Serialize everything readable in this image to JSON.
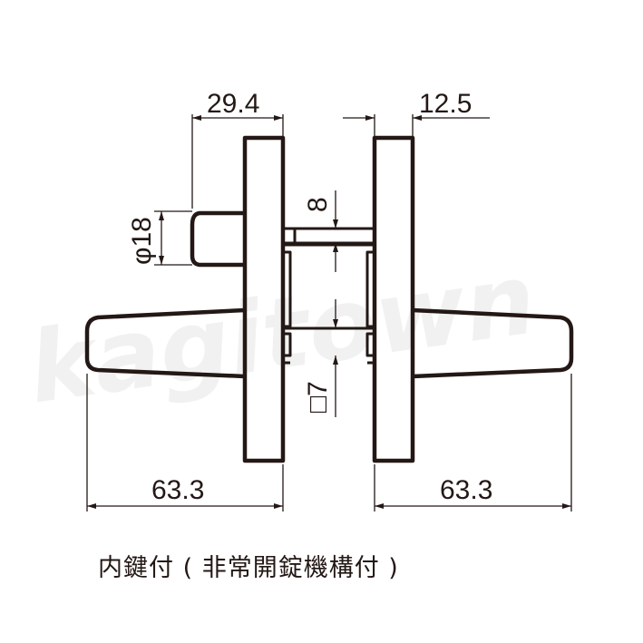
{
  "dimensions": {
    "top_left": "29.4",
    "top_right": "12.5",
    "knob_diameter": "φ18",
    "spindle_gap": "8",
    "spindle_square": "□7",
    "bottom_left": "63.3",
    "bottom_right": "63.3"
  },
  "caption": "内鍵付 ( 非常開錠機構付 )",
  "watermark": "kagitown",
  "colors": {
    "line": "#231815",
    "body": "#5a3f33",
    "watermark": "#e6e6e6"
  }
}
